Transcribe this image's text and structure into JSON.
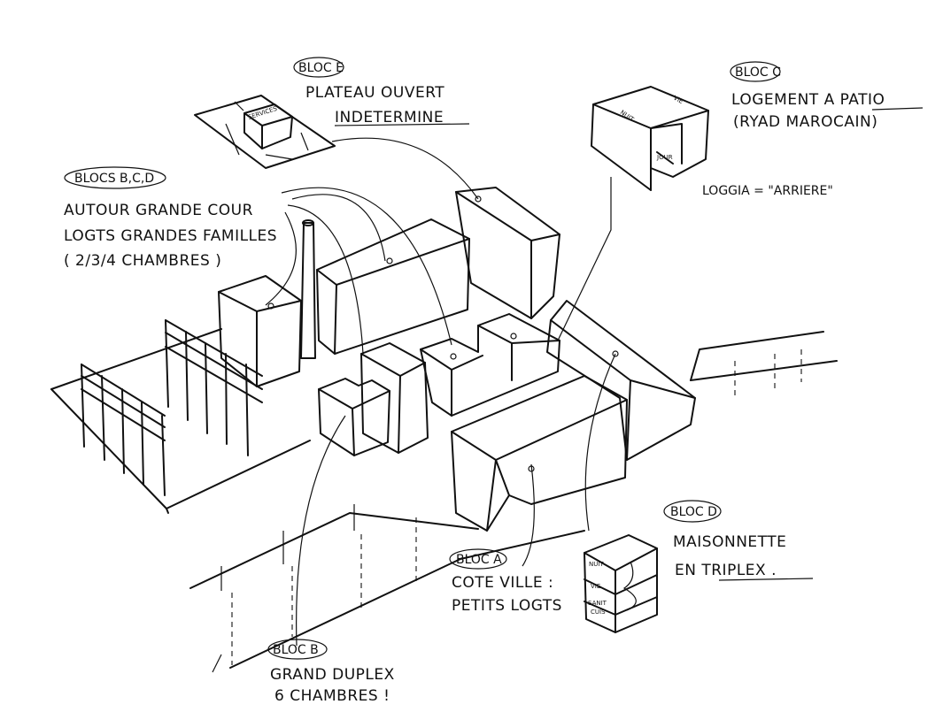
{
  "colors": {
    "blue": "#1aa7e8",
    "green": "#9fd36b",
    "orange": "#f7a51c",
    "yellow": "#f4f51c",
    "purple": "#9c7fd0"
  },
  "blocs": {
    "bloc_e": {
      "tag": "BLOC E",
      "line1": "PLATEAU OUVERT",
      "line2": "INDETERMINE",
      "services": "SERVICES"
    },
    "bloc_c": {
      "tag": "BLOC C",
      "line1": "LOGEMENT A PATIO",
      "line2": "(RYAD MAROCAIN)",
      "loggia": "LOGGIA = \"ARRIERE\"",
      "nuit": "NUIT",
      "vie": "VIE",
      "jour": "JOUR"
    },
    "blocs_bcd": {
      "tag": "BLOCS B,C,D",
      "line1": "AUTOUR GRANDE COUR",
      "line2": "LOGTS GRANDES FAMILLES",
      "line3": "( 2/3/4 CHAMBRES )"
    },
    "bloc_a": {
      "tag": "BLOC A",
      "line1": "COTE VILLE :",
      "line2": "PETITS LOGTS"
    },
    "bloc_b": {
      "tag": "BLOC B",
      "line1": "GRAND DUPLEX",
      "line2": "6 CHAMBRES !"
    },
    "bloc_d": {
      "tag": "BLOC D",
      "line1": "MAISONNETTE",
      "line2": "EN TRIPLEX .",
      "nuit": "NUIT",
      "vie": "VIE",
      "sanit": "SANIT",
      "cuis": "CUIS"
    }
  }
}
